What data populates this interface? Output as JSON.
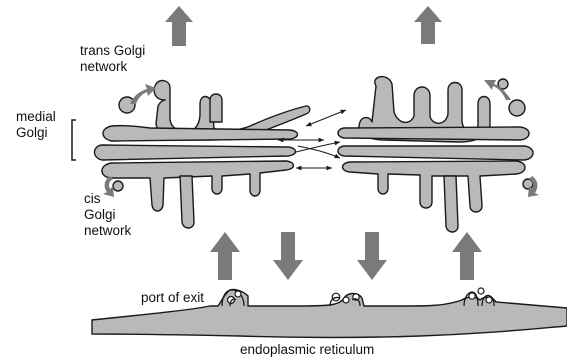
{
  "labels": {
    "trans_line1": "trans Golgi",
    "trans_line2": "network",
    "medial_line1": "medial",
    "medial_line2": "Golgi",
    "cis_line1": "cis",
    "cis_line2": "Golgi",
    "cis_line3": "network",
    "port_of_exit": "port of exit",
    "er": "endoplasmic reticulum"
  },
  "colors": {
    "membrane_fill": "#b9b9b9",
    "arrow_fill": "#7a7a7a",
    "outline": "#1a1a1a"
  }
}
